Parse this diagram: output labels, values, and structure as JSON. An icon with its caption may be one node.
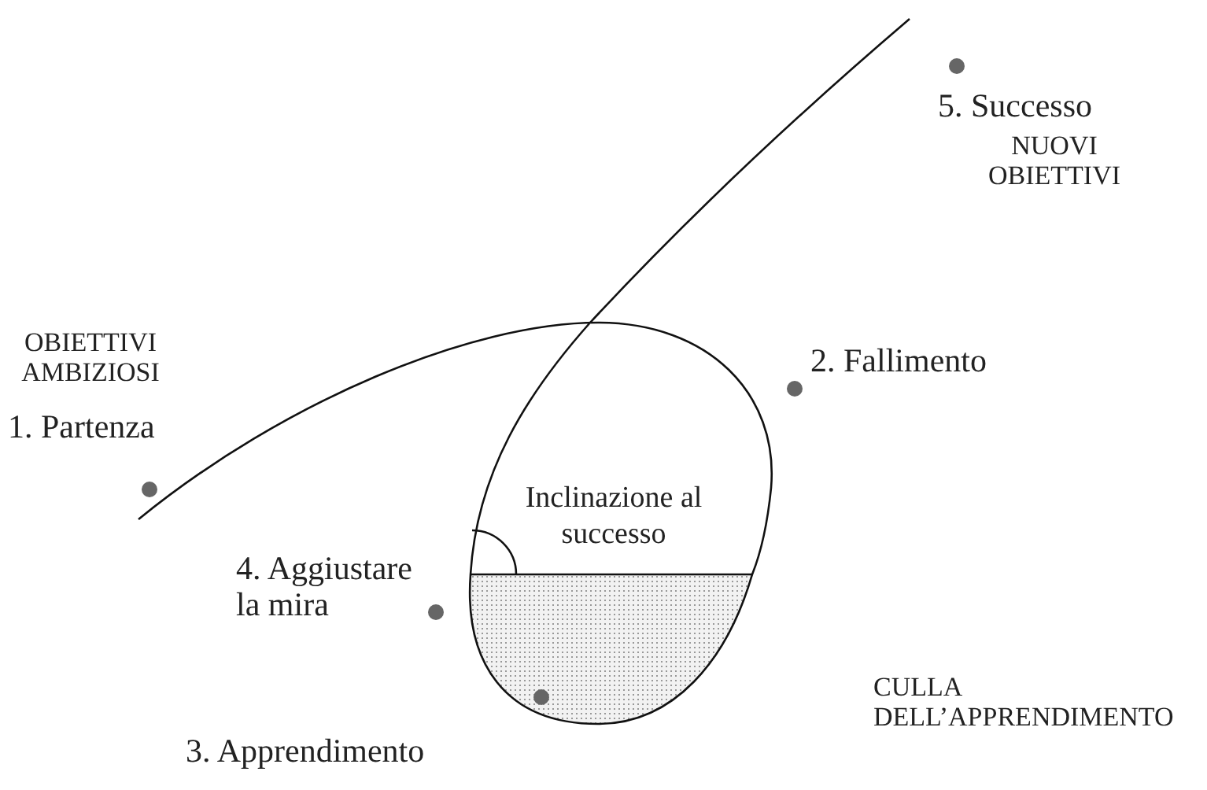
{
  "diagram": {
    "labels": [
      "5. Successo",
      "NUOVI OBIETTIVI",
      "OBIETTIVI AMBIZIOSI",
      "1. Partenza",
      "2. Fallimento",
      "Inclinazione al successo",
      "4. Aggiustare la mira",
      "CULLA DELL’APPRENDIMENTO",
      "3. Apprendimento"
    ]
  }
}
